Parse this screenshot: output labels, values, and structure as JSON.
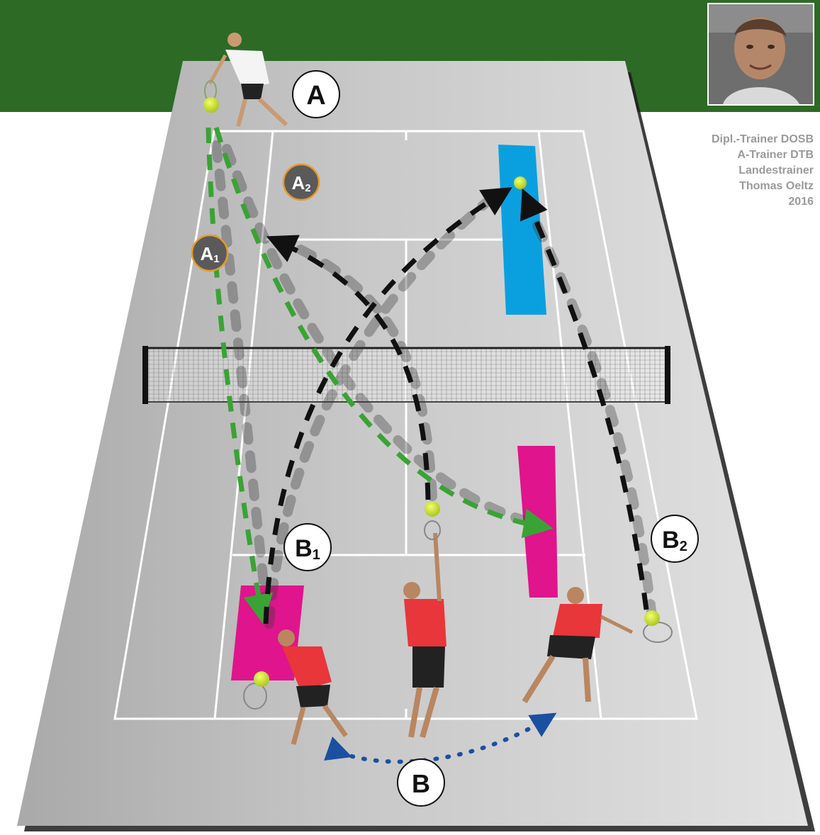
{
  "colors": {
    "banner_green": "#2d6a26",
    "court_surface": "#c9c9c9",
    "court_lines": "#ffffff",
    "zone_blue": "#0aa0e0",
    "zone_magenta": "#e0148c",
    "path_green": "#3aa335",
    "path_black": "#111111",
    "path_blue_dotted": "#1b4fa0",
    "ball": "#d6ea2a",
    "shirt_red": "#e8363a",
    "badge_gray": "#5a5a5a",
    "badge_ring": "#e59a2a"
  },
  "credits": {
    "line1": "Dipl.-Trainer DOSB",
    "line2": "A-Trainer DTB",
    "line3": "Landestrainer",
    "line4": "Thomas Oeltz",
    "line5": "2016"
  },
  "labels": {
    "player_a": "A",
    "player_b": "B",
    "a1": {
      "letter": "A",
      "sub": "1"
    },
    "a2": {
      "letter": "A",
      "sub": "2"
    },
    "b1": {
      "letter": "B",
      "sub": "1"
    },
    "b2": {
      "letter": "B",
      "sub": "2"
    }
  },
  "icons": {
    "photo": "coach-portrait",
    "players": "tennis-player-figure",
    "balls": "tennis-ball-icon"
  }
}
